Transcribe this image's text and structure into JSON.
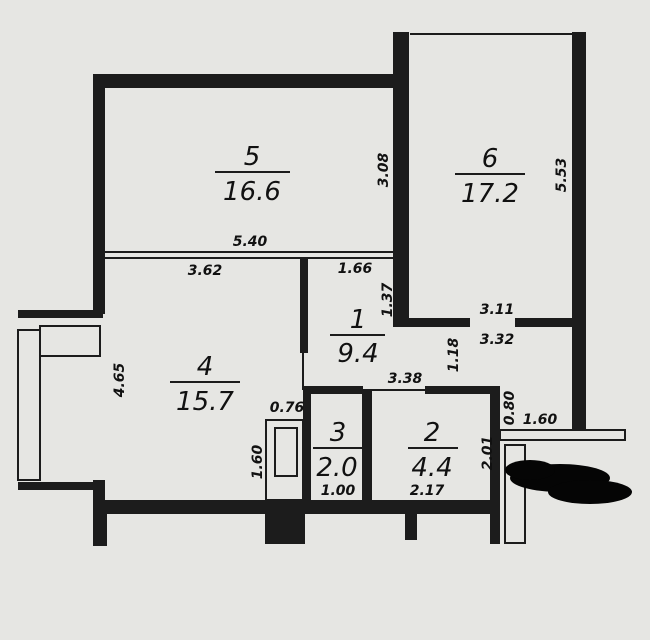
{
  "rooms": [
    {
      "number": "1",
      "area": "9.4"
    },
    {
      "number": "2",
      "area": "4.4"
    },
    {
      "number": "3",
      "area": "2.0"
    },
    {
      "number": "4",
      "area": "15.7"
    },
    {
      "number": "5",
      "area": "16.6"
    },
    {
      "number": "6",
      "area": "17.2"
    }
  ],
  "dimensions": {
    "d540": "5.40",
    "d362": "3.62",
    "d166": "1.66",
    "d137": "1.37",
    "d308": "3.08",
    "d553": "5.53",
    "d311": "3.11",
    "d332": "3.32",
    "d118": "1.18",
    "d338": "3.38",
    "d080": "0.80",
    "d160a": "1.60",
    "d201": "2.01",
    "d217": "2.17",
    "d100": "1.00",
    "d160b": "1.60",
    "d076": "0.76",
    "d465": "4.65"
  },
  "colors": {
    "wall": "#1c1c1c",
    "paper": "#e6e6e3"
  }
}
